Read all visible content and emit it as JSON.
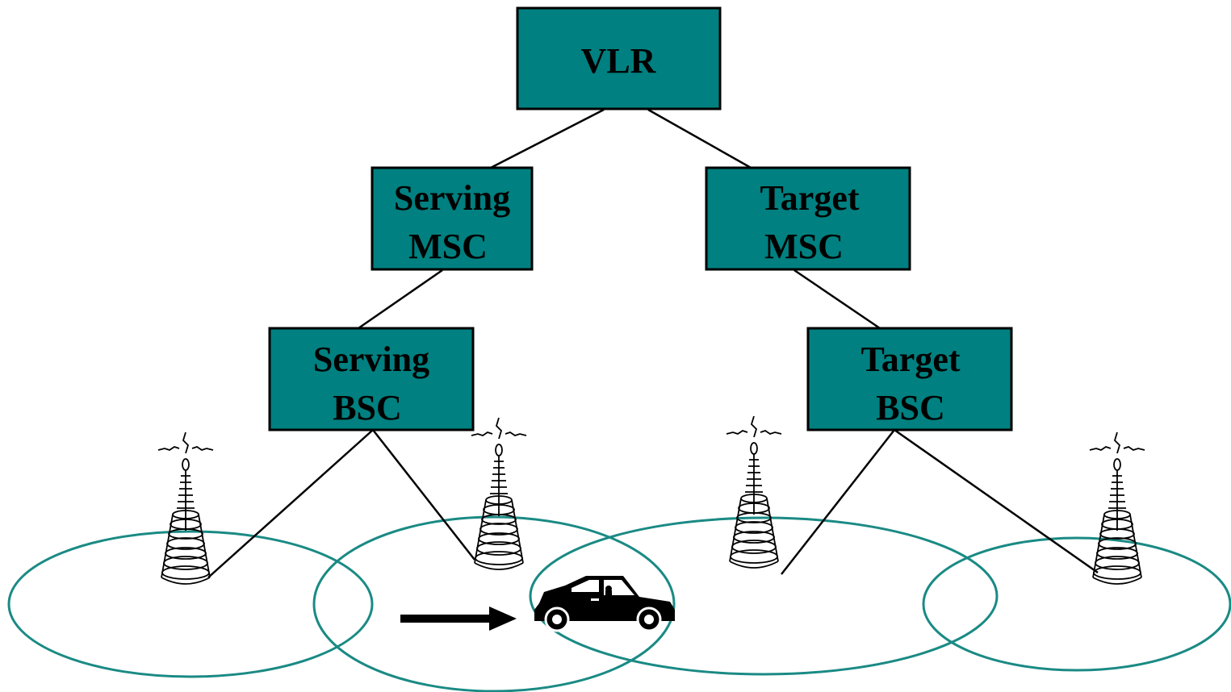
{
  "colors": {
    "node_fill": "#008080",
    "node_border": "#000000",
    "cell_outline": "#1a8a84",
    "line": "#000000",
    "background": "#ffffff"
  },
  "nodes": {
    "vlr": {
      "label": "VLR"
    },
    "serving_msc": {
      "line1": "Serving",
      "line2": "MSC"
    },
    "target_msc": {
      "line1": "Target",
      "line2": "MSC"
    },
    "serving_bsc": {
      "line1": "Serving",
      "line2": "BSC"
    },
    "target_bsc": {
      "line1": "Target",
      "line2": "BSC"
    }
  },
  "towers": [
    "cell-tower-icon",
    "cell-tower-icon",
    "cell-tower-icon",
    "cell-tower-icon"
  ],
  "mobile": {
    "icon": "car-icon",
    "direction": "right",
    "arrow_icon": "arrow-right-icon"
  }
}
